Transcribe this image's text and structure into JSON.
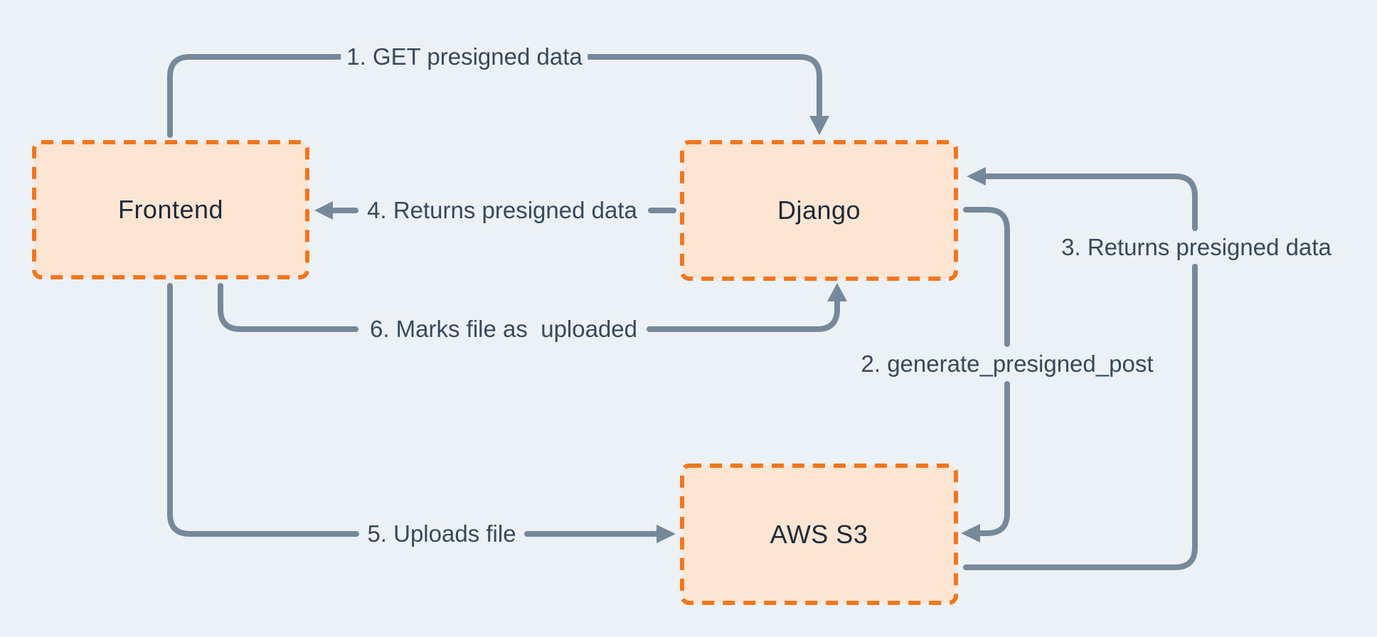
{
  "diagram": {
    "background_color": "#ecf1f5",
    "accent_color": "#f1761d",
    "node_fill_color": "#fce5d3",
    "connector_color": "#76899b",
    "label_text_color": "#36495c",
    "node_text_color": "#1e2b38",
    "nodes": [
      {
        "id": "frontend",
        "label": "Frontend"
      },
      {
        "id": "django",
        "label": "Django"
      },
      {
        "id": "aws-s3",
        "label": "AWS S3"
      }
    ],
    "edges": [
      {
        "step": 1,
        "label": "1. GET presigned data",
        "from": "frontend",
        "to": "django"
      },
      {
        "step": 2,
        "label": "2. generate_presigned_post",
        "from": "django",
        "to": "aws-s3"
      },
      {
        "step": 3,
        "label": "3. Returns presigned data",
        "from": "aws-s3",
        "to": "django"
      },
      {
        "step": 4,
        "label": "4. Returns presigned data",
        "from": "django",
        "to": "frontend"
      },
      {
        "step": 5,
        "label": "5. Uploads file",
        "from": "frontend",
        "to": "aws-s3"
      },
      {
        "step": 6,
        "label": "6. Marks file as  uploaded",
        "from": "frontend",
        "to": "django"
      }
    ]
  }
}
